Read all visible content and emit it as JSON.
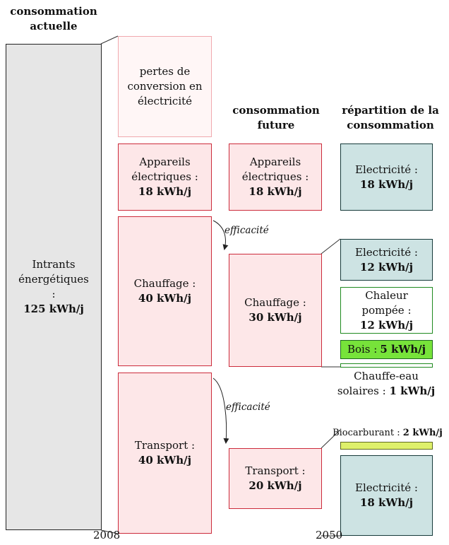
{
  "headings": {
    "current": "consommation actuelle",
    "future": "consommation future",
    "distribution": "répartition de la consommation"
  },
  "current": {
    "label": "Intrants énergétiques :",
    "value": "125 kWh/j",
    "losses": "pertes de conversion en électricité",
    "appliances": {
      "label": "Appareils électriques :",
      "value": "18 kWh/j"
    },
    "heating": {
      "label": "Chauffage :",
      "value": "40 kWh/j"
    },
    "transport": {
      "label": "Transport :",
      "value": "40 kWh/j"
    }
  },
  "future": {
    "appliances": {
      "label": "Appareils électriques :",
      "value": "18 kWh/j"
    },
    "heating": {
      "label": "Chauffage :",
      "value": "30 kWh/j"
    },
    "transport": {
      "label": "Transport :",
      "value": "20 kWh/j"
    }
  },
  "distribution": {
    "appliances_electricity": {
      "label": "Electricité :",
      "value": "18 kWh/j"
    },
    "heating_electricity": {
      "label": "Electricité :",
      "value": "12 kWh/j"
    },
    "heat_pumped": {
      "label": "Chaleur pompée :",
      "value": "12 kWh/j"
    },
    "wood": {
      "label": "Bois :",
      "value": "5 kWh/j"
    },
    "solar_water": {
      "label": "Chauffe-eau solaires :",
      "value": "1 kWh/j"
    },
    "biofuel": {
      "label": "Biocarburant :",
      "value": "2 kWh/j"
    },
    "transport_electricity": {
      "label": "Electricité :",
      "value": "18 kWh/j"
    }
  },
  "arrows": {
    "heating_efficiency": "efficacité",
    "transport_efficiency": "efficacité"
  },
  "years": {
    "start": "2008",
    "end": "2050"
  },
  "colors": {
    "consumption_fill": "#fde7e8",
    "consumption_border": "#cc2b3b",
    "electricity_fill": "#cde3e3",
    "wood_fill": "#77e33a",
    "biofuel_fill": "#def06a",
    "heat_pump_border": "#1f8a1f",
    "input_fill": "#e6e6e6"
  }
}
